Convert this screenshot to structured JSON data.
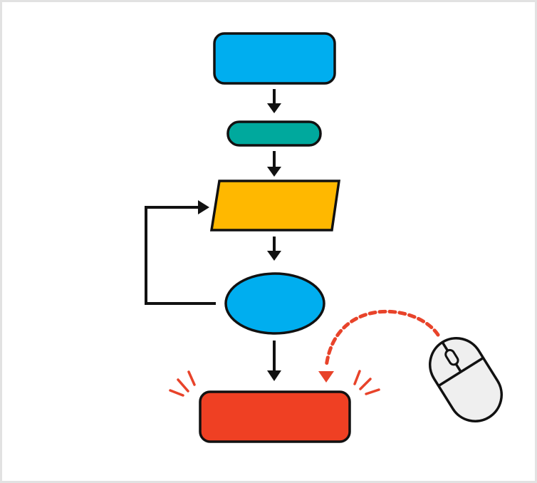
{
  "diagram": {
    "title": "",
    "colors": {
      "start": "#00aeef",
      "process": "#00a99d",
      "input": "#ffb800",
      "decision": "#00aeef",
      "end": "#ef4023",
      "outline": "#111111",
      "accent": "#e8432a",
      "mouse_body": "#efefef"
    },
    "nodes": [
      {
        "id": "start",
        "shape": "rounded-rectangle",
        "label": ""
      },
      {
        "id": "process",
        "shape": "pill",
        "label": ""
      },
      {
        "id": "input",
        "shape": "parallelogram",
        "label": ""
      },
      {
        "id": "decision",
        "shape": "ellipse",
        "label": ""
      },
      {
        "id": "end",
        "shape": "rounded-rectangle",
        "label": "",
        "highlighted": true
      }
    ],
    "edges": [
      {
        "from": "start",
        "to": "process",
        "style": "solid"
      },
      {
        "from": "process",
        "to": "input",
        "style": "solid"
      },
      {
        "from": "input",
        "to": "decision",
        "style": "solid"
      },
      {
        "from": "decision",
        "to": "input",
        "style": "solid",
        "kind": "loop-back"
      },
      {
        "from": "decision",
        "to": "end",
        "style": "solid"
      },
      {
        "from": "mouse",
        "to": "end",
        "style": "dashed",
        "kind": "click-pointer"
      }
    ],
    "icons": [
      "computer-mouse-icon",
      "click-burst-icon"
    ]
  }
}
